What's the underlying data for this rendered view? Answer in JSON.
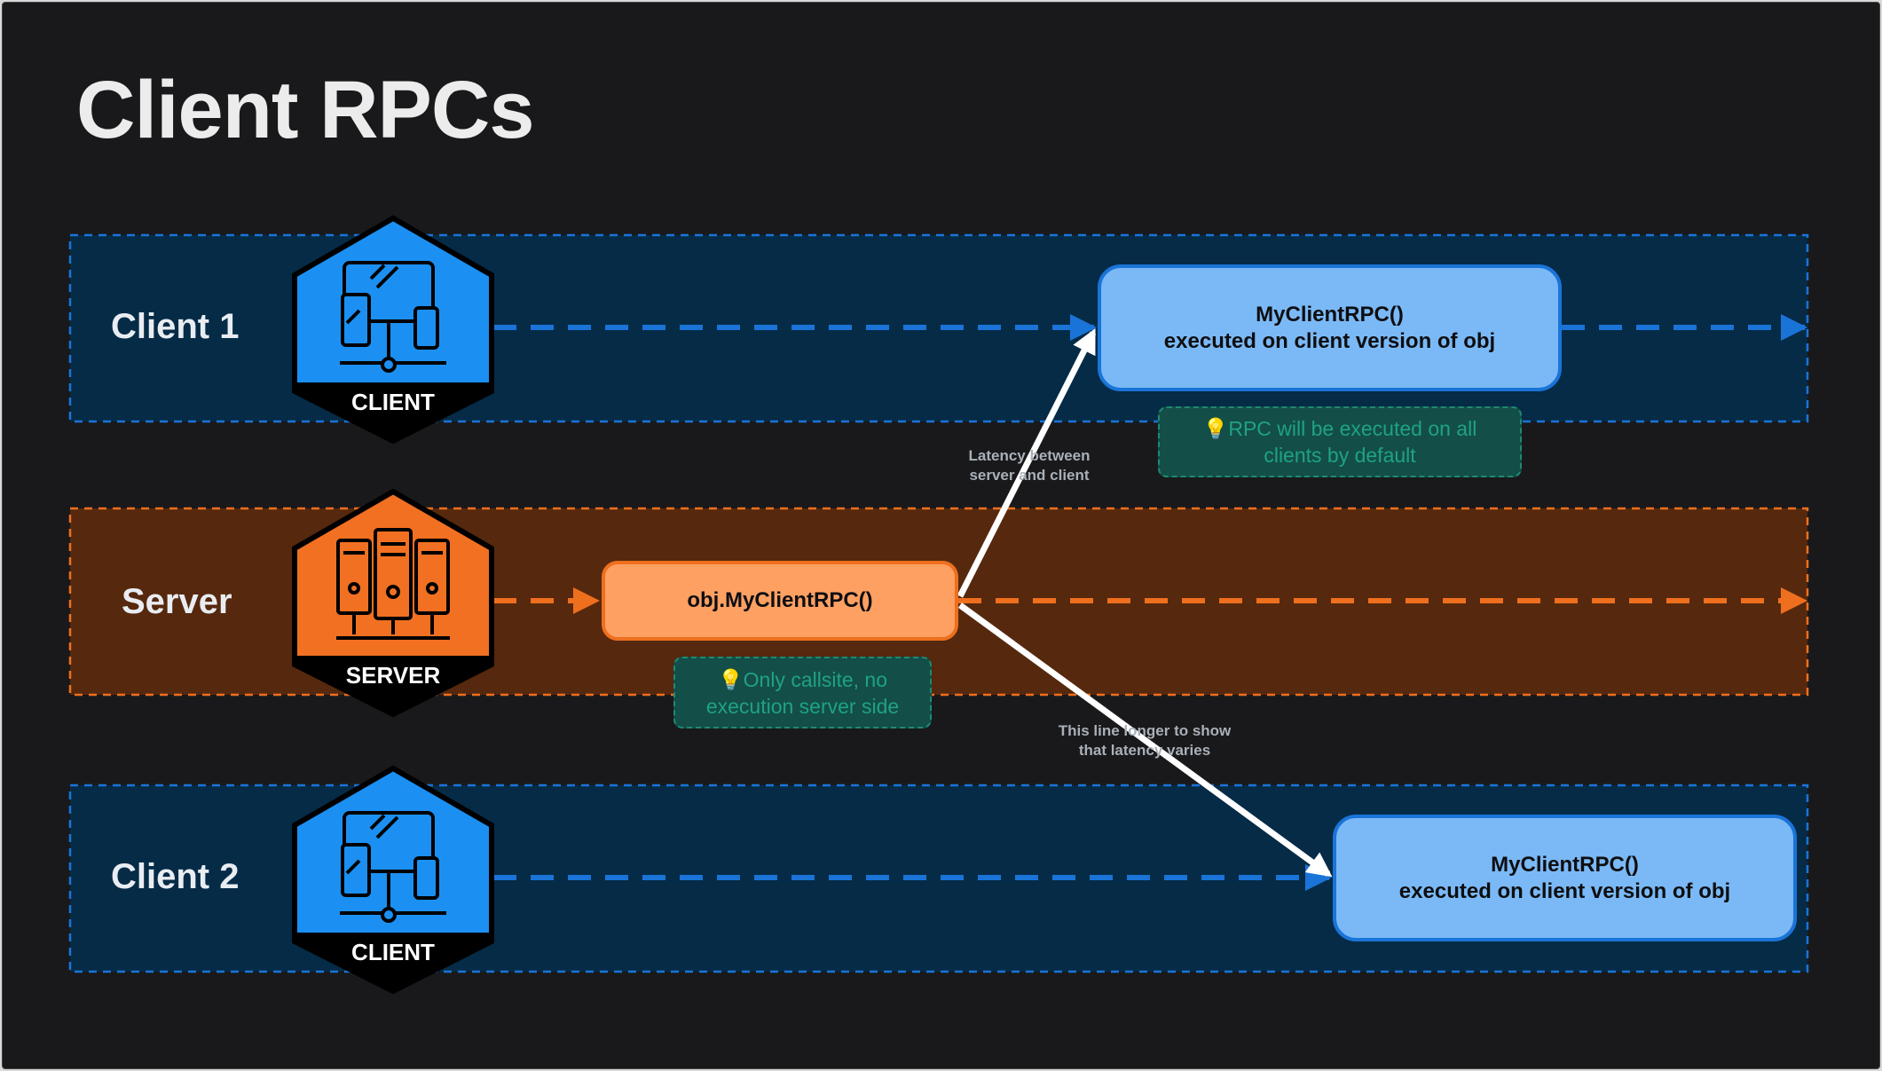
{
  "title": "Client RPCs",
  "lanes": {
    "client1": {
      "label": "Client 1",
      "badge": "CLIENT"
    },
    "server": {
      "label": "Server",
      "badge": "SERVER"
    },
    "client2": {
      "label": "Client 2",
      "badge": "CLIENT"
    }
  },
  "boxes": {
    "server_call": "obj.MyClientRPC()",
    "client1_exec_line1": "MyClientRPC()",
    "client1_exec_line2": "executed on client version of obj",
    "client2_exec_line1": "MyClientRPC()",
    "client2_exec_line2": "executed on client version of obj"
  },
  "notes": {
    "client_note_line1": "RPC will be executed on all",
    "client_note_line2": "clients by default",
    "server_note_line1": "Only callsite, no",
    "server_note_line2": "execution server side"
  },
  "annotations": {
    "latency_line1": "Latency between",
    "latency_line2": "server and client",
    "longer_line1": "This line longer to show",
    "longer_line2": "that latency varies"
  },
  "icons": {
    "client_badge": "client-devices-icon",
    "server_badge": "server-rack-icon",
    "note": "lightbulb-icon"
  },
  "colors": {
    "background": "#19191b",
    "client_lane_fill": "#052b47",
    "client_lane_border": "#1a74d8",
    "server_lane_fill": "#56280d",
    "server_lane_border": "#ee6f1e",
    "client_badge": "#1b90f2",
    "server_badge": "#f17022",
    "client_box": "#7ab9f6",
    "server_box": "#ffa063",
    "note_fill": "#134e48",
    "note_text": "#1fa284"
  }
}
